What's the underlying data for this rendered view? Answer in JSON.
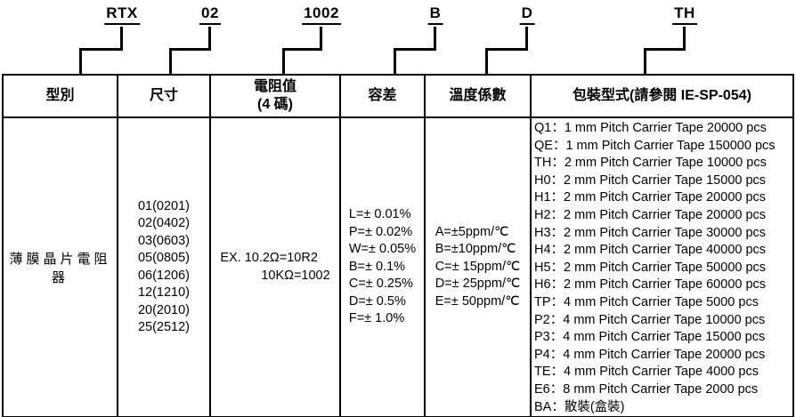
{
  "code": {
    "segments": [
      "RTX",
      "02",
      "1002",
      "B",
      "D",
      "TH"
    ]
  },
  "table": {
    "headers": {
      "type": "型別",
      "size": "尺寸",
      "resistance_line1": "電阻值",
      "resistance_line2": "(4 碼)",
      "tolerance": "容差",
      "tcr": "溫度係數",
      "packaging": "包裝型式(請參閱 IE-SP-054)"
    },
    "type_value": "薄膜晶片電阻器",
    "sizes": [
      "01(0201)",
      "02(0402)",
      "03(0603)",
      "05(0805)",
      "06(1206)",
      "12(1210)",
      "20(2010)",
      "25(2512)"
    ],
    "resistance_example": {
      "line1": "EX. 10.2Ω=10R2",
      "line2": "10KΩ=1002"
    },
    "tolerances": [
      "L=± 0.01%",
      "P=± 0.02%",
      "W=± 0.05%",
      "B=± 0.1%",
      "C=± 0.25%",
      "D=± 0.5%",
      "F=± 1.0%"
    ],
    "tcr_values": [
      "A=±5ppm/℃",
      "B=±10ppm/℃",
      "C=± 15ppm/℃",
      "D=± 25ppm/℃",
      "E=± 50ppm/℃"
    ],
    "packaging_options": [
      "Q1：1 mm Pitch Carrier Tape 20000 pcs",
      "QE：1 mm Pitch Carrier Tape 150000 pcs",
      "TH：2 mm Pitch Carrier Tape 10000 pcs",
      "H0：2 mm Pitch Carrier Tape 15000 pcs",
      "H1：2 mm Pitch Carrier Tape 20000 pcs",
      "H2：2 mm Pitch Carrier Tape 20000 pcs",
      "H3：2 mm Pitch Carrier Tape 30000 pcs",
      "H4：2 mm Pitch Carrier Tape 40000 pcs",
      "H5：2 mm Pitch Carrier Tape 50000 pcs",
      "H6：2 mm Pitch Carrier Tape 60000 pcs",
      "TP：4 mm Pitch Carrier Tape 5000 pcs",
      "P2：4 mm Pitch Carrier Tape 10000 pcs",
      "P3：4 mm Pitch Carrier Tape 15000 pcs",
      "P4：4 mm Pitch Carrier Tape 20000 pcs",
      "TE：4 mm Pitch Carrier Tape 4000 pcs",
      "E6：8 mm Pitch Carrier Tape 2000 pcs",
      "BA：散裝(盒裝)"
    ]
  }
}
